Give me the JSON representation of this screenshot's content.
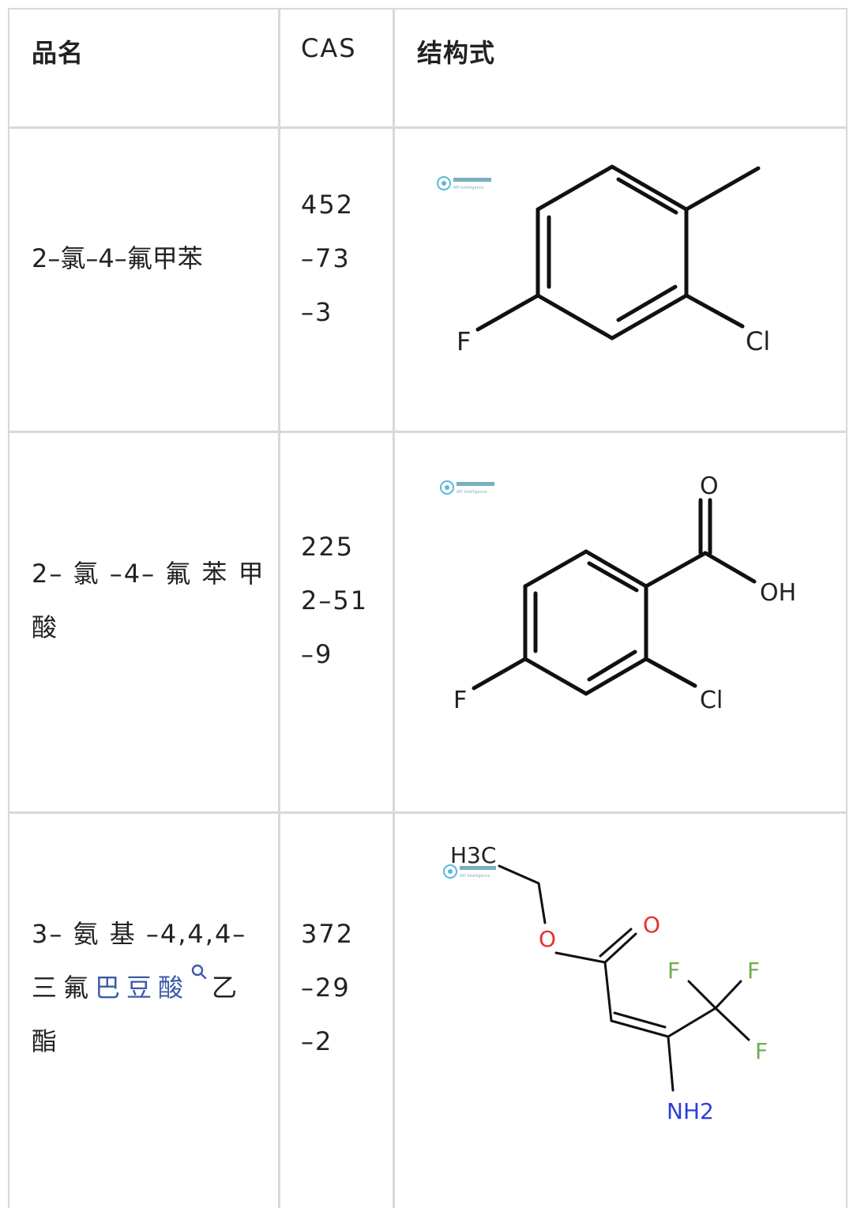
{
  "table": {
    "headers": [
      "品名",
      "CAS",
      "结构式"
    ],
    "rows": [
      {
        "name": "2–氯–4–氟甲苯",
        "cas_lines": [
          "452",
          "–73",
          "–3"
        ],
        "structure": {
          "labels": [
            "F",
            "Cl"
          ],
          "watermark": "API Intelligence"
        }
      },
      {
        "name_lines": [
          "2– 氯 –4– 氟 苯 甲",
          "酸"
        ],
        "cas_lines": [
          "225",
          "2–51",
          "–9"
        ],
        "structure": {
          "labels": [
            "O",
            "OH",
            "F",
            "Cl"
          ],
          "watermark": "API Intelligence"
        }
      },
      {
        "name_line1": "3– 氨 基 –4,4,4–",
        "name_line2_prefix": "三氟",
        "name_link": "巴豆酸",
        "name_line2_suffix": "乙",
        "name_line3": "酯",
        "cas_lines": [
          "372",
          "–29",
          "–2"
        ],
        "structure": {
          "labels": [
            "H3C",
            "O",
            "O",
            "F",
            "F",
            "F",
            "NH2"
          ],
          "watermark": "API Intelligence"
        }
      }
    ]
  },
  "colors": {
    "oxygen": "#e8302a",
    "fluorine": "#6ab04c",
    "nitrogen": "#2b3de0",
    "link": "#3b5ba8"
  }
}
